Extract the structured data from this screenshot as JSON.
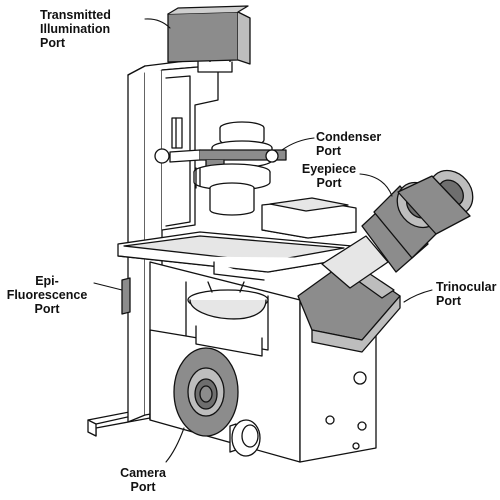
{
  "labels": {
    "transmitted_illumination_port": "Transmitted\nIllumination\nPort",
    "condenser_port": "Condenser\nPort",
    "eyepiece_port": "Eyepiece\nPort",
    "epi_fluorescence_port": "Epi-\nFluorescence\nPort",
    "trinocular_port": "Trinocular\nPort",
    "camera_port": "Camera\nPort"
  },
  "colors": {
    "line": "#111111",
    "port_fill": "#8c8c8c",
    "body_fill": "#ffffff",
    "light_fill": "#e6e6e6"
  }
}
